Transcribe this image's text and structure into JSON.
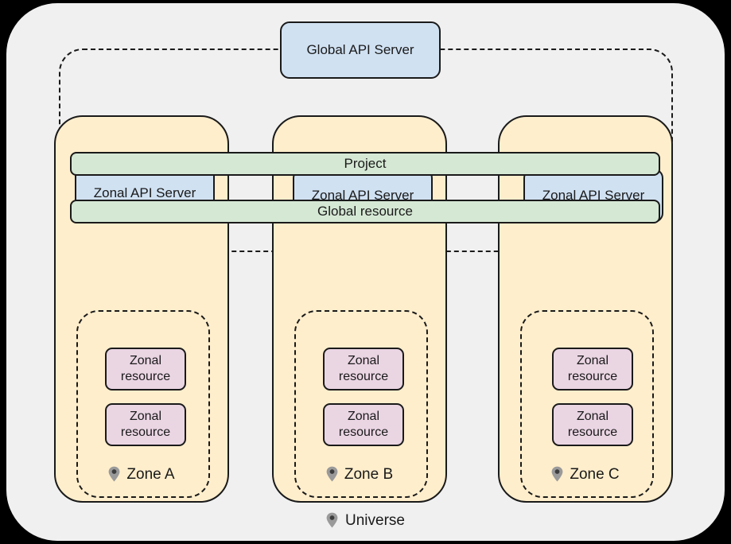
{
  "diagram": {
    "title": "Universe",
    "universe_label": "Universe",
    "universe_pin_icon": "map-pin-icon",
    "colors": {
      "background": "#000000",
      "frame_fill": "#f0f0f0",
      "zone_fill": "#ffeecc",
      "api_server_fill": "#d0e1f2",
      "global_bar_fill": "#d5e8d4",
      "zonal_resource_fill": "#ead5e3",
      "stroke": "#1a1a1a",
      "pin_color": "#9a9a9a",
      "pin_dot_color": "#3d3d3d"
    },
    "global_api_server": {
      "label": "Global API Server"
    },
    "global_bars": [
      {
        "label": "Project"
      },
      {
        "label": "Global resource"
      }
    ],
    "zones": [
      {
        "label": "Zone A",
        "pin_icon": "map-pin-icon",
        "api_server": {
          "label": "Zonal API Server"
        },
        "resources": [
          {
            "line1": "Zonal",
            "line2": "resource"
          },
          {
            "line1": "Zonal",
            "line2": "resource"
          }
        ]
      },
      {
        "label": "Zone B",
        "pin_icon": "map-pin-icon",
        "api_server": {
          "label": "Zonal API Server"
        },
        "resources": [
          {
            "line1": "Zonal",
            "line2": "resource"
          },
          {
            "line1": "Zonal",
            "line2": "resource"
          }
        ]
      },
      {
        "label": "Zone C",
        "pin_icon": "map-pin-icon",
        "api_server": {
          "label": "Zonal API Server"
        },
        "resources": [
          {
            "line1": "Zonal",
            "line2": "resource"
          },
          {
            "line1": "Zonal",
            "line2": "resource"
          }
        ]
      }
    ]
  }
}
